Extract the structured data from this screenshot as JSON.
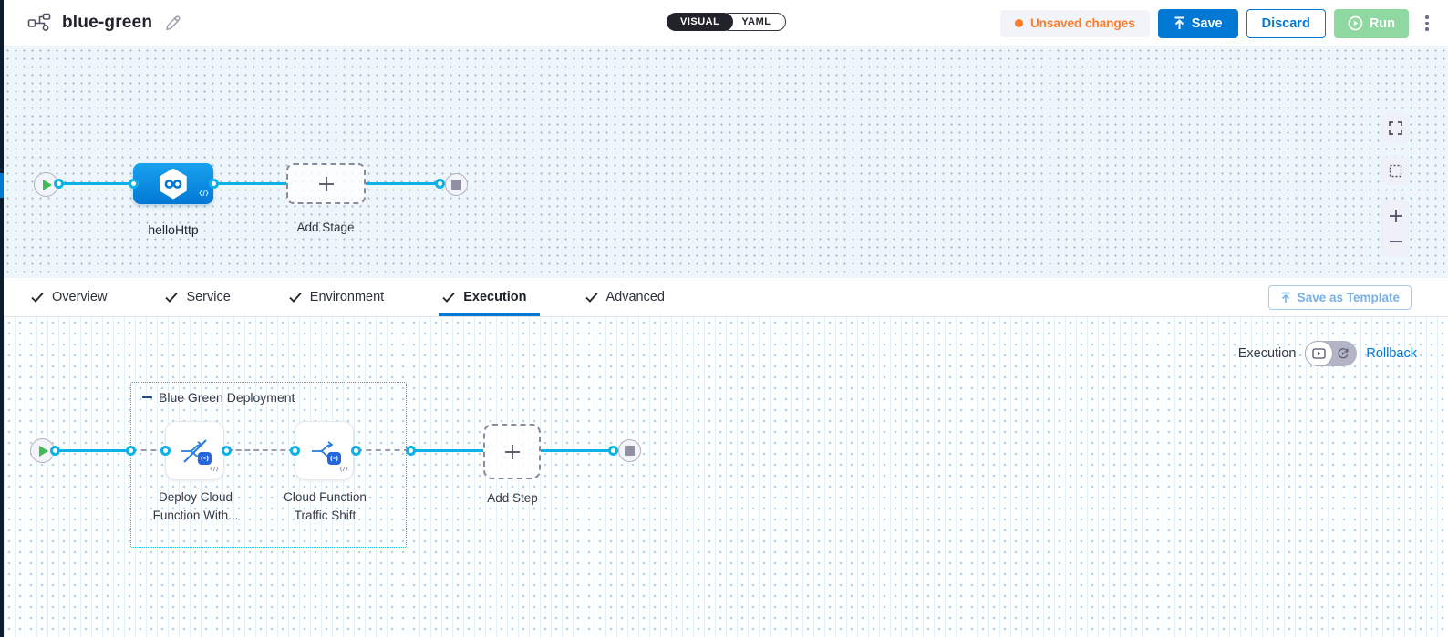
{
  "header": {
    "title": "blue-green",
    "mode_toggle": {
      "visual": "VISUAL",
      "yaml": "YAML",
      "selected": "VISUAL"
    },
    "unsaved_label": "Unsaved changes",
    "save_label": "Save",
    "discard_label": "Discard",
    "run_label": "Run"
  },
  "stage_canvas": {
    "stage_name": "helloHttp",
    "add_stage_label": "Add Stage"
  },
  "tabs": {
    "items": [
      {
        "label": "Overview",
        "checked": true,
        "active": false
      },
      {
        "label": "Service",
        "checked": true,
        "active": false
      },
      {
        "label": "Environment",
        "checked": true,
        "active": false
      },
      {
        "label": "Execution",
        "checked": true,
        "active": true
      },
      {
        "label": "Advanced",
        "checked": true,
        "active": false
      }
    ],
    "save_as_template_label": "Save as Template"
  },
  "execution_panel": {
    "execution_label": "Execution",
    "rollback_label": "Rollback",
    "group_label": "Blue Green Deployment",
    "steps": [
      {
        "name": "Deploy Cloud Function With..."
      },
      {
        "name": "Cloud Function Traffic Shift"
      }
    ],
    "add_step_label": "Add Step"
  },
  "colors": {
    "accent_blue": "#0278d5",
    "connector_cyan": "#0bb2e8",
    "stage_blue": "#0b8ce4",
    "success_green": "#42ba57",
    "warning_orange": "#ff7b26",
    "nav_dark": "#0b1c2e"
  }
}
